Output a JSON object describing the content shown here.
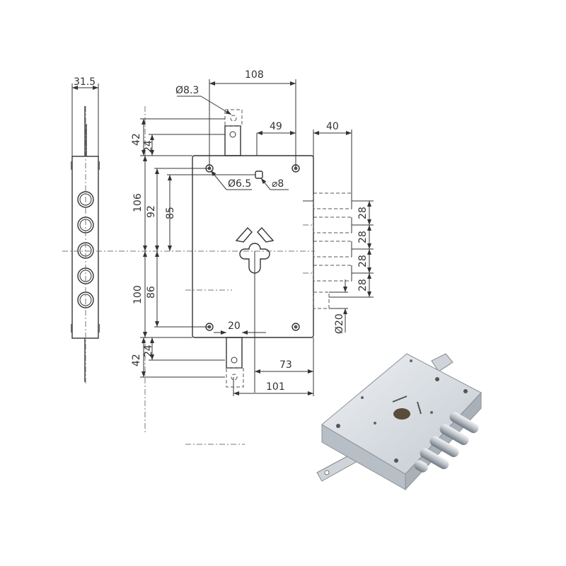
{
  "drawing": {
    "side_view": {
      "width_label": "31.5"
    },
    "top_dims": {
      "d108": "108",
      "hole_top_tab": "Ø8.3",
      "d49": "49",
      "d40": "40"
    },
    "hole_labels": {
      "hole_round": "Ø6.5",
      "hole_square": "⌀8"
    },
    "left_dims": {
      "top42": "42",
      "top24": "24",
      "d106": "106",
      "d92": "92",
      "d85": "85",
      "d100": "100",
      "d86": "86",
      "bot42": "42",
      "bot24": "24"
    },
    "bottom_dims": {
      "d20": "20",
      "d73": "73",
      "d101": "101"
    },
    "bolt_dims": {
      "pitch": [
        "28",
        "28",
        "28",
        "28"
      ],
      "bolt_diameter": "Ø20"
    }
  },
  "colors": {
    "line": "#333333",
    "metal_light": "#dfe3e8",
    "metal_dark": "#9aa2ab"
  }
}
